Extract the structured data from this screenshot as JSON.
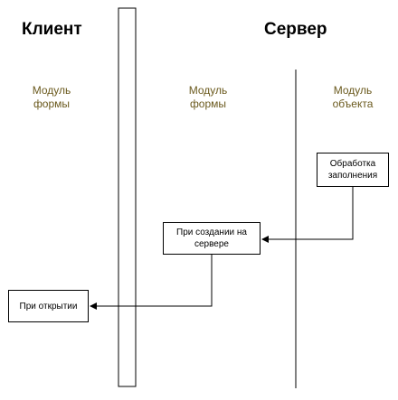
{
  "headers": {
    "client": "Клиент",
    "server": "Сервер"
  },
  "modules": {
    "client_form": [
      "Модуль",
      "формы"
    ],
    "server_form": [
      "Модуль",
      "формы"
    ],
    "object": [
      "Модуль",
      "объекта"
    ]
  },
  "boxes": {
    "fill_processing": [
      "Обработка",
      "заполнения"
    ],
    "on_create_server": [
      "При создании на",
      "сервере"
    ],
    "on_open": [
      "При открытии"
    ]
  }
}
